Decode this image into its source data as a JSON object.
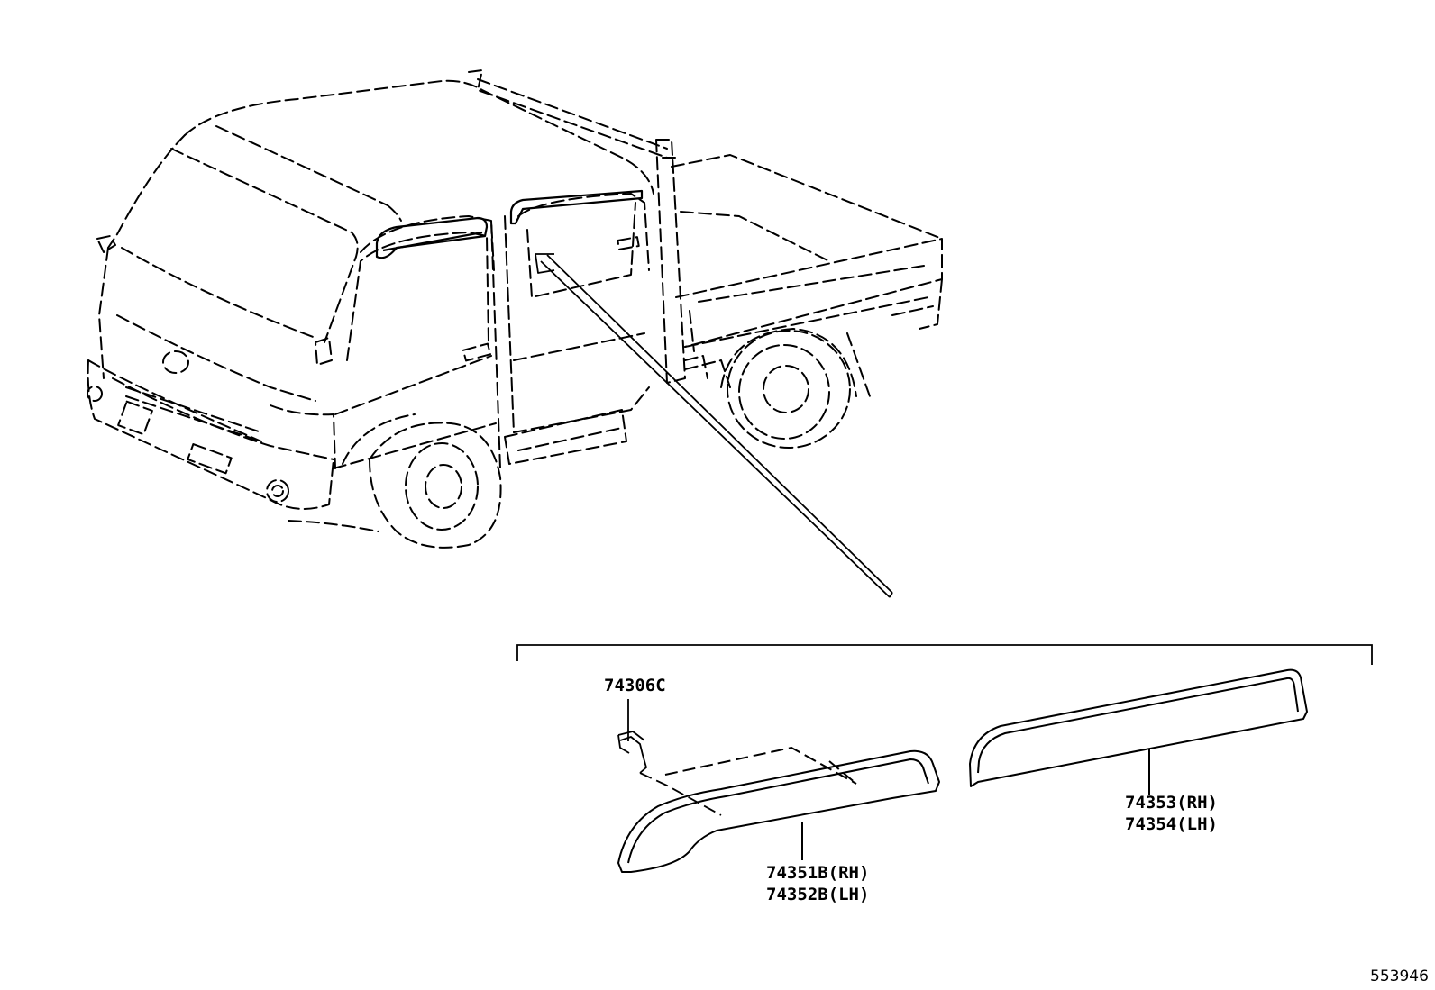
{
  "parts": {
    "clip": {
      "number": "74306C"
    },
    "front_visor": {
      "rh": "74351B(RH)",
      "lh": "74352B(LH)"
    },
    "rear_visor": {
      "rh": "74353(RH)",
      "lh": "74354(LH)"
    }
  },
  "figure_id": "553946",
  "colors": {
    "ink": "#000000",
    "background": "#ffffff"
  }
}
